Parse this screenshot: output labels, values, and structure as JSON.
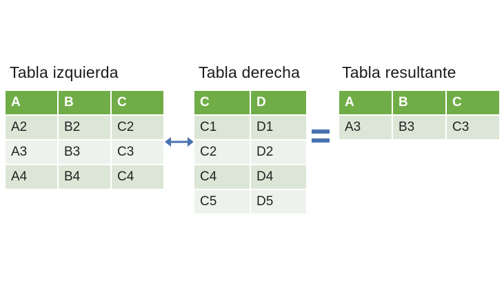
{
  "left_table": {
    "title": "Tabla izquierda",
    "headers": [
      "A",
      "B",
      "C"
    ],
    "rows": [
      [
        "A2",
        "B2",
        "C2"
      ],
      [
        "A3",
        "B3",
        "C3"
      ],
      [
        "A4",
        "B4",
        "C4"
      ]
    ]
  },
  "right_table": {
    "title": "Tabla derecha",
    "headers": [
      "C",
      "D"
    ],
    "rows": [
      [
        "C1",
        "D1"
      ],
      [
        "C2",
        "D2"
      ],
      [
        "C4",
        "D4"
      ],
      [
        "C5",
        "D5"
      ]
    ]
  },
  "result_table": {
    "title": "Tabla resultante",
    "headers": [
      "A",
      "B",
      "C"
    ],
    "rows": [
      [
        "A3",
        "B3",
        "C3"
      ]
    ]
  },
  "colors": {
    "header_bg": "#70ad47",
    "row_odd": "#dce6d6",
    "row_even": "#eef2ec",
    "connector": "#4a72b0"
  },
  "icons": {
    "join_connector": "double-arrow-icon",
    "result_operator": "equals-icon"
  }
}
